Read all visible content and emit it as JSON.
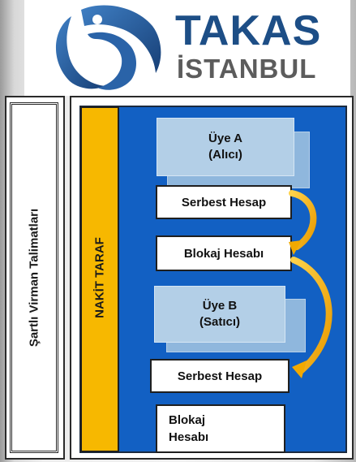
{
  "logo": {
    "line1": "TAKAS",
    "line2": "İSTANBUL",
    "colors": {
      "blue": "#1d4e86",
      "gray": "#5c5c5c"
    }
  },
  "diagram": {
    "outer_label": "Şartlı Virman Talimatları",
    "cash_side_label": "NAKİT TARAF",
    "member_a": {
      "line1": "Üye A",
      "line2": "(Alıcı)"
    },
    "member_b": {
      "line1": "Üye B",
      "line2": "(Satıcı)"
    },
    "accounts": {
      "a_free": "Serbest Hesap",
      "a_block": "Blokaj Hesabı",
      "b_free": "Serbest Hesap",
      "b_block_line1": "Blokaj",
      "b_block_line2": "Hesabı"
    },
    "colors": {
      "panel_blue": "#1260c3",
      "cash_bar": "#f7b800",
      "arrow": "#f2a900"
    }
  }
}
